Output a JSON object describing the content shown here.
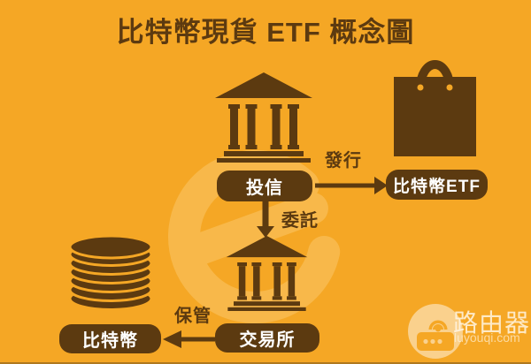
{
  "title": "比特幣現貨 ETF 概念圖",
  "colors": {
    "background": "#F5A725",
    "dark_brown": "#5C3A10",
    "node_label_text": "#FFFFFF"
  },
  "nodes": {
    "fund_company": {
      "label": "投信",
      "icon": "bank-icon"
    },
    "bitcoin_etf": {
      "label": "比特幣ETF",
      "icon": "shopping-bag-icon"
    },
    "exchange": {
      "label": "交易所",
      "icon": "bank-icon"
    },
    "bitcoin": {
      "label": "比特幣",
      "icon": "coins-icon"
    }
  },
  "flows": {
    "issue": {
      "label": "發行",
      "from": "投信",
      "to": "比特幣ETF",
      "direction": "right"
    },
    "delegate": {
      "label": "委託",
      "from": "投信",
      "to": "交易所",
      "direction": "down"
    },
    "custody": {
      "label": "保管",
      "from": "交易所",
      "to": "比特幣",
      "direction": "left"
    }
  },
  "watermark": {
    "site_name": "路由器",
    "site_domain": "luyouqi.com",
    "icon": "router-icon"
  }
}
